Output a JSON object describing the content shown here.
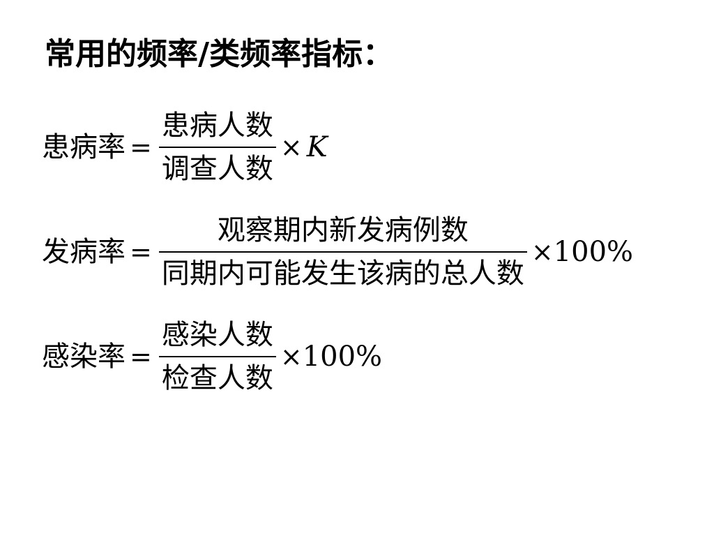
{
  "title": "常用的频率/类频率指标：",
  "formulas": [
    {
      "lhs": "患病率",
      "equals": "=",
      "numerator": "患病人数",
      "denominator": "调查人数",
      "times": "×",
      "factor": "K"
    },
    {
      "lhs": "发病率",
      "equals": "=",
      "numerator": "观察期内新发病例数",
      "denominator": "同期内可能发生该病的总人数",
      "times": "×",
      "factor": "100%"
    },
    {
      "lhs": "感染率",
      "equals": "=",
      "numerator": "感染人数",
      "denominator": "检查人数",
      "times": "×",
      "factor": "100%"
    }
  ]
}
